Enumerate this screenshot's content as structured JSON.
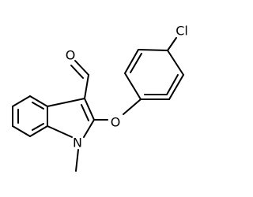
{
  "molecule": {
    "atom_labels": {
      "oxygen_aldehyde": "O",
      "oxygen_ether": "O",
      "nitrogen": "N",
      "chlorine": "Cl"
    }
  }
}
